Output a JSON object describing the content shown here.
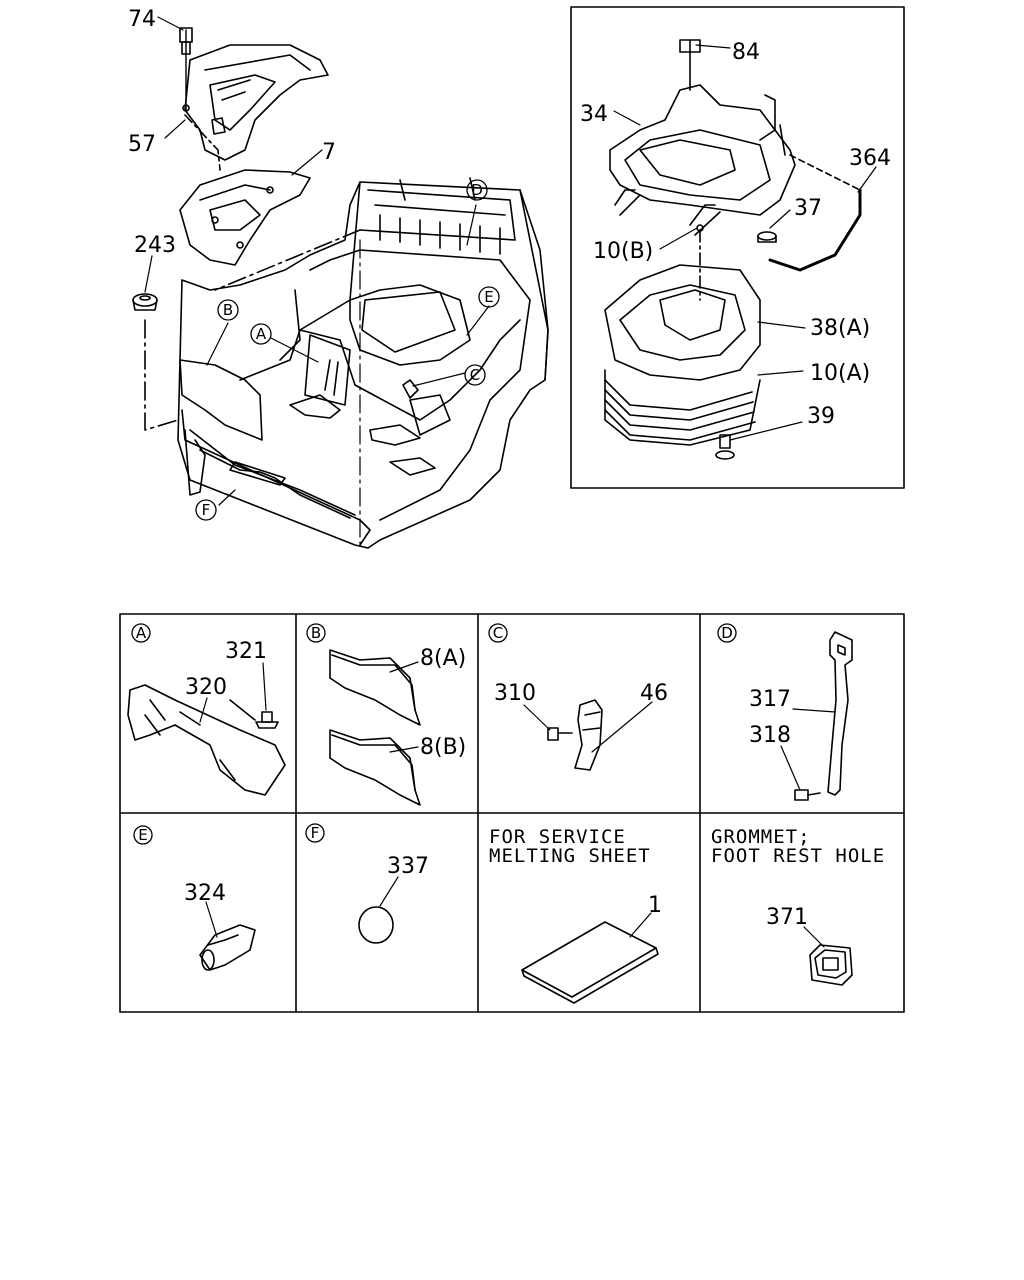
{
  "callouts": {
    "c74": "74",
    "c57": "57",
    "c7": "7",
    "c243": "243",
    "c84": "84",
    "c34": "34",
    "c364": "364",
    "c37": "37",
    "c10b": "10(B)",
    "c38a": "38(A)",
    "c10a": "10(A)",
    "c39": "39"
  },
  "ref_letters": {
    "a": "A",
    "b": "B",
    "c": "C",
    "d": "D",
    "e": "E",
    "f": "F"
  },
  "detail_panels": {
    "a": {
      "letter": "A",
      "c321": "321",
      "c320": "320"
    },
    "b": {
      "letter": "B",
      "c8a": "8(A)",
      "c8b": "8(B)"
    },
    "c": {
      "letter": "C",
      "c310": "310",
      "c46": "46"
    },
    "d": {
      "letter": "D",
      "c317": "317",
      "c318": "318"
    },
    "e": {
      "letter": "E",
      "c324": "324"
    },
    "f": {
      "letter": "F",
      "c337": "337"
    },
    "service": {
      "line1": "FOR SERVICE",
      "line2": "MELTING SHEET",
      "c1": "1"
    },
    "grommet": {
      "line1": "GROMMET;",
      "line2": "FOOT REST HOLE",
      "c371": "371"
    }
  }
}
